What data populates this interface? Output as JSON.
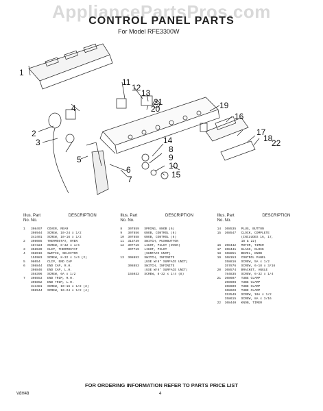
{
  "watermark": "AppliancePartsPros.com",
  "title": "CONTROL PANEL PARTS",
  "subtitle": "For Model RFE3300W",
  "callouts": [
    "1",
    "2",
    "3",
    "4",
    "5",
    "6",
    "7",
    "8",
    "9",
    "10",
    "11",
    "12",
    "13",
    "14",
    "15",
    "16",
    "17",
    "18",
    "19",
    "20",
    "21",
    "22"
  ],
  "headers": {
    "illus": "Illus. Part",
    "no": "No.  No.",
    "desc": "DESCRIPTION"
  },
  "columns": [
    [
      {
        "n": "1",
        "p": "308497",
        "d": "COVER, REAR"
      },
      {
        "n": "",
        "p": "308944",
        "d": "SCREW, 10-24 x 1/2"
      },
      {
        "n": "",
        "p": "343401",
        "d": "SCREW, 10-16 x 1/2"
      },
      {
        "n": "2",
        "p": "308085",
        "d": "THERMOSTAT, OVEN"
      },
      {
        "n": "",
        "p": "487324",
        "d": "SCREW, 8-32 x 1/4"
      },
      {
        "n": "3",
        "p": "358539",
        "d": "CLIP, THERMOSTAT"
      },
      {
        "n": "4",
        "p": "308519",
        "d": "SWITCH, SELECTOR"
      },
      {
        "n": "",
        "p": "155983",
        "d": "SCREW, 8-32 x 1/4 (2)"
      },
      {
        "n": "5",
        "p": "98054",
        "d": "CLIP, END CAP"
      },
      {
        "n": "6",
        "p": "308844",
        "d": "END CAP, R.H."
      },
      {
        "n": "",
        "p": "308846",
        "d": "END CAP, L.H."
      },
      {
        "n": "",
        "p": "358396",
        "d": "SCREW, 6A x 1/2"
      },
      {
        "n": "7",
        "p": "308553",
        "d": "END TRIM, R.H."
      },
      {
        "n": "",
        "p": "308852",
        "d": "END TRIM, L.H."
      },
      {
        "n": "",
        "p": "343481",
        "d": "SCREW, 10-16 x 1/2 (2)"
      },
      {
        "n": "",
        "p": "308944",
        "d": "SCREW, 10-24 x 1/2 (4)"
      }
    ],
    [
      {
        "n": "8",
        "p": "307859",
        "d": "SPRING, KNOB (6)"
      },
      {
        "n": "9",
        "p": "307856",
        "d": "KNOB, CONTROL (6)"
      },
      {
        "n": "10",
        "p": "307858",
        "d": "KNOB, CONTROL (6)"
      },
      {
        "n": "11",
        "p": "313739",
        "d": "SWITCH, PUSHBUTTON"
      },
      {
        "n": "12",
        "p": "307716",
        "d": "LIGHT, PILOT (OVEN)"
      },
      {
        "n": "",
        "p": "307719",
        "d": "LIGHT, PILOT"
      },
      {
        "n": "",
        "p": "",
        "d": "(SURFACE UNIT)"
      },
      {
        "n": "13",
        "p": "308852",
        "d": "SWITCH, INFINITE"
      },
      {
        "n": "",
        "p": "",
        "d": "(USE W/8\" SURFACE UNIT)"
      },
      {
        "n": "",
        "p": "308853",
        "d": "SWITCH, INFINITE"
      },
      {
        "n": "",
        "p": "",
        "d": "(USE W/6\" SURFACE UNIT)"
      },
      {
        "n": "",
        "p": "155033",
        "d": "SCREW, 8-32 x 1/4 (8)"
      }
    ],
    [
      {
        "n": "14",
        "p": "308535",
        "d": "PLUG, BUTTON"
      },
      {
        "n": "15",
        "p": "308547",
        "d": "CLOCK, COMPLETE"
      },
      {
        "n": "",
        "p": "",
        "d": "(INCLUDES 16, 17,"
      },
      {
        "n": "",
        "p": "",
        "d": "18 & 22)"
      },
      {
        "n": "16",
        "p": "308442",
        "d": "MOTOR, TIMER"
      },
      {
        "n": "17",
        "p": "308441",
        "d": "GLASS, CLOCK"
      },
      {
        "n": "18",
        "p": "308851",
        "d": "BEZEL, KNOB"
      },
      {
        "n": "19",
        "p": "308153",
        "d": "CONTROL PANEL"
      },
      {
        "n": "",
        "p": "358816",
        "d": "SCREW, 5A x 1/2"
      },
      {
        "n": "",
        "p": "357876",
        "d": "SCREW, 6-18 x 3/16"
      },
      {
        "n": "20",
        "p": "308574",
        "d": "BRACKET, ANGLE"
      },
      {
        "n": "",
        "p": "784835",
        "d": "SCREW, 6-32 x 1/4"
      },
      {
        "n": "21",
        "p": "308607",
        "d": "TUBE CLAMP"
      },
      {
        "n": "",
        "p": "308608",
        "d": "TUBE CLAMP"
      },
      {
        "n": "",
        "p": "308609",
        "d": "TUBE CLAMP"
      },
      {
        "n": "",
        "p": "308620",
        "d": "TUBE CLAMP"
      },
      {
        "n": "",
        "p": "253549",
        "d": "SCREW, 10A x 1/2"
      },
      {
        "n": "",
        "p": "358615",
        "d": "SCREW, 8A x 3/16"
      },
      {
        "n": "22",
        "p": "308440",
        "d": "KNOB, TIMER"
      }
    ]
  ],
  "footer": "FOR ORDERING INFORMATION REFER TO PARTS PRICE LIST",
  "doc_number": "V8H48",
  "page_number": "4"
}
